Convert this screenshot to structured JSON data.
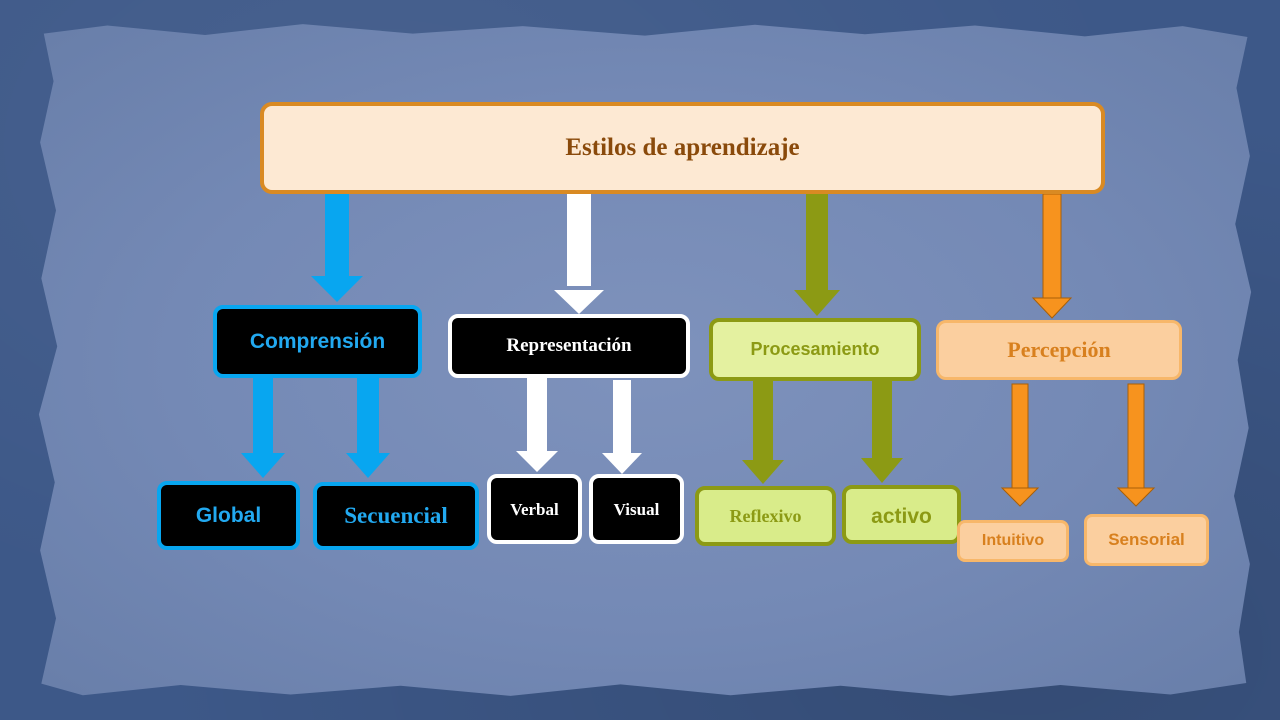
{
  "root": {
    "label": "Estilos de aprendizaje"
  },
  "categories": {
    "comprension": {
      "label": "Comprensión",
      "children": [
        "Global",
        "Secuencial"
      ]
    },
    "representacion": {
      "label": "Representación",
      "children": [
        "Verbal",
        "Visual"
      ]
    },
    "procesamiento": {
      "label": "Procesamiento",
      "children": [
        "Reflexivo",
        "activo"
      ]
    },
    "percepcion": {
      "label": "Percepción",
      "children": [
        "Intuitivo",
        "Sensorial"
      ]
    }
  },
  "colors": {
    "root_fill": "#fde9d3",
    "root_border": "#d98a23",
    "root_text": "#8a4a0b",
    "comprension_accent": "#0aa6ee",
    "representacion_accent": "#ffffff",
    "procesamiento_fill": "#d9ec8a",
    "procesamiento_accent": "#8c9a14",
    "percepcion_fill": "#fbcf9f",
    "percepcion_accent": "#f7931e"
  }
}
